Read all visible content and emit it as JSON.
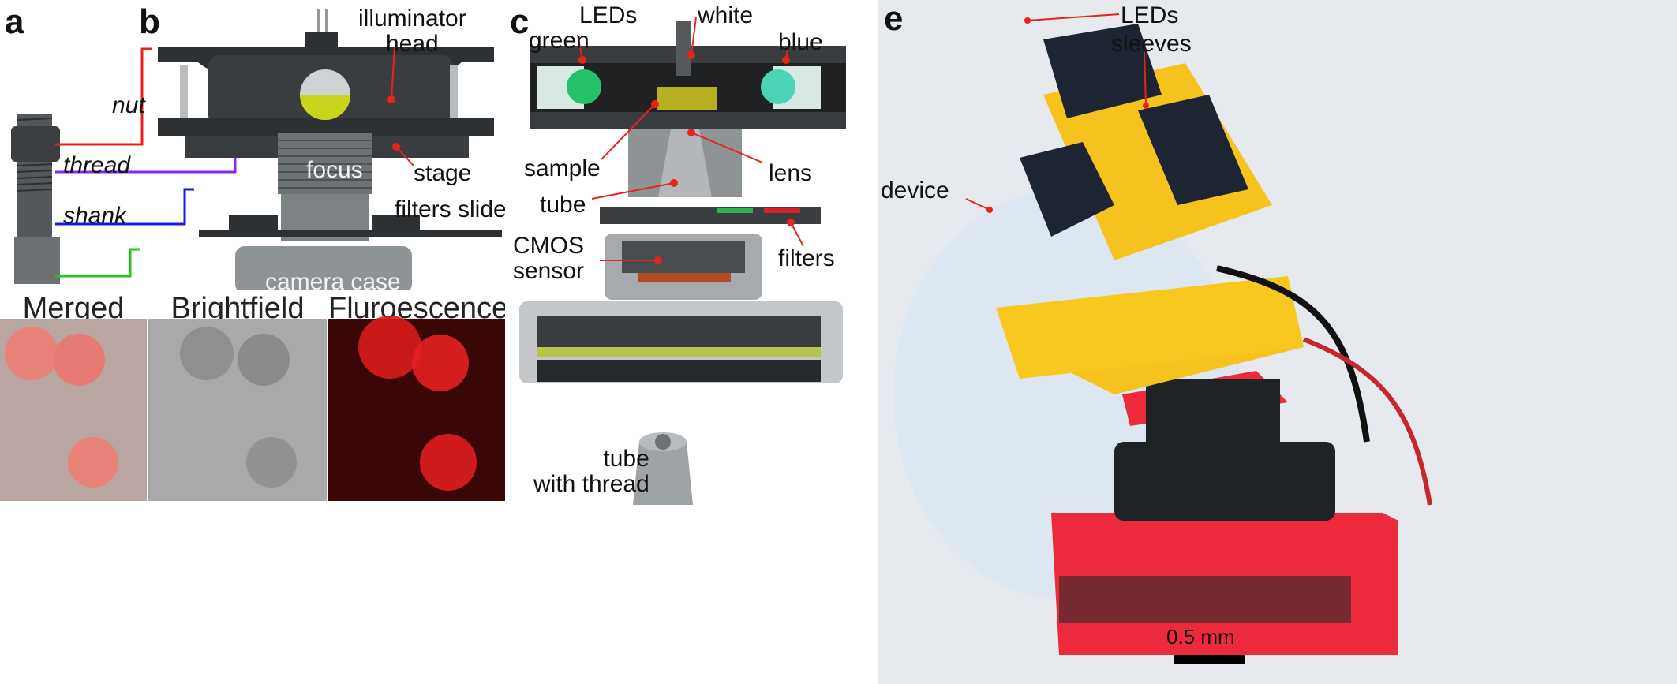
{
  "panels": {
    "a": {
      "label": "a",
      "parts": {
        "nut": "nut",
        "thread": "thread",
        "shank": "shank"
      }
    },
    "b": {
      "label": "b",
      "parts": {
        "illuminator_head": "illuminator\nhead",
        "focus": "focus",
        "stage": "stage",
        "filters_slider": "filters slider",
        "camera_case": "camera case"
      }
    },
    "images": {
      "titles": [
        "Merged",
        "Brightfield",
        "Fluroescence"
      ],
      "colors": {
        "merged": "#e88178",
        "brightfield": "#a9a9a9",
        "fluorescence": "#3a0606"
      }
    },
    "c": {
      "label": "c",
      "parts": {
        "leds": "LEDs",
        "white": "white",
        "green": "green",
        "blue": "blue",
        "sample": "sample",
        "lens": "lens",
        "tube": "tube",
        "cmos_sensor": "CMOS\nsensor",
        "filters": "filters",
        "tube_with_thread": "tube\nwith thread"
      }
    },
    "e": {
      "label": "e",
      "parts": {
        "leds": "LEDs",
        "sleeves": "sleeves",
        "device": "device"
      },
      "scale_bar": "0.5 mm"
    }
  },
  "colors": {
    "nut_bracket": "#e8231c",
    "thread_bracket": "#8a2be2",
    "shank_bracket": "#1a1ad6",
    "head_bracket": "#1ec91e",
    "pointer": "#e8231c",
    "printed_yellow": "#f6c21e",
    "printed_red": "#ec2a3c"
  }
}
